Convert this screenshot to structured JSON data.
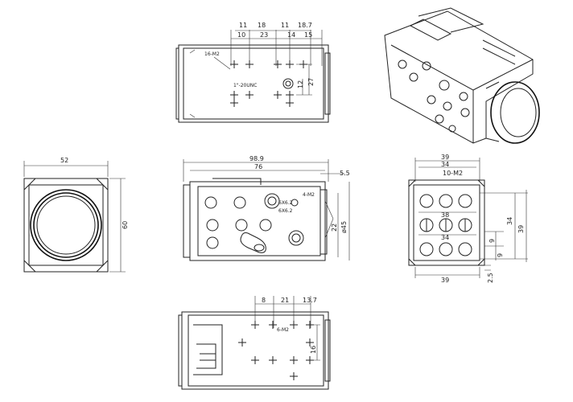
{
  "top_view": {
    "dims_row1": [
      "11",
      "18",
      "11",
      "18.7"
    ],
    "dims_row2": [
      "10",
      "23",
      "14",
      "15"
    ],
    "thread_label": "16-M2",
    "note_label": "1\"-20UNC",
    "right_dims": [
      "12",
      "27"
    ]
  },
  "front_view": {
    "width_dim": "52",
    "height_dim": "60"
  },
  "side_view": {
    "overall_dim": "98.9",
    "body_dim": "76",
    "offset_dim": "5.5",
    "thread_label": "4-M2",
    "sub_label": "6X6.2",
    "mid_dims": [
      "22",
      "ø45"
    ]
  },
  "back_view": {
    "dims_top": [
      "39",
      "34"
    ],
    "thread_label": "10-M2",
    "mid_dims": [
      "38",
      "34"
    ],
    "right_dims": [
      "34",
      "39",
      "9",
      "9"
    ],
    "bottom_dims": [
      "39",
      "2.5"
    ]
  },
  "bottom_view": {
    "dims": [
      "8",
      "21",
      "13.7"
    ],
    "thread_label": "6-M2",
    "right_dim": "16"
  }
}
